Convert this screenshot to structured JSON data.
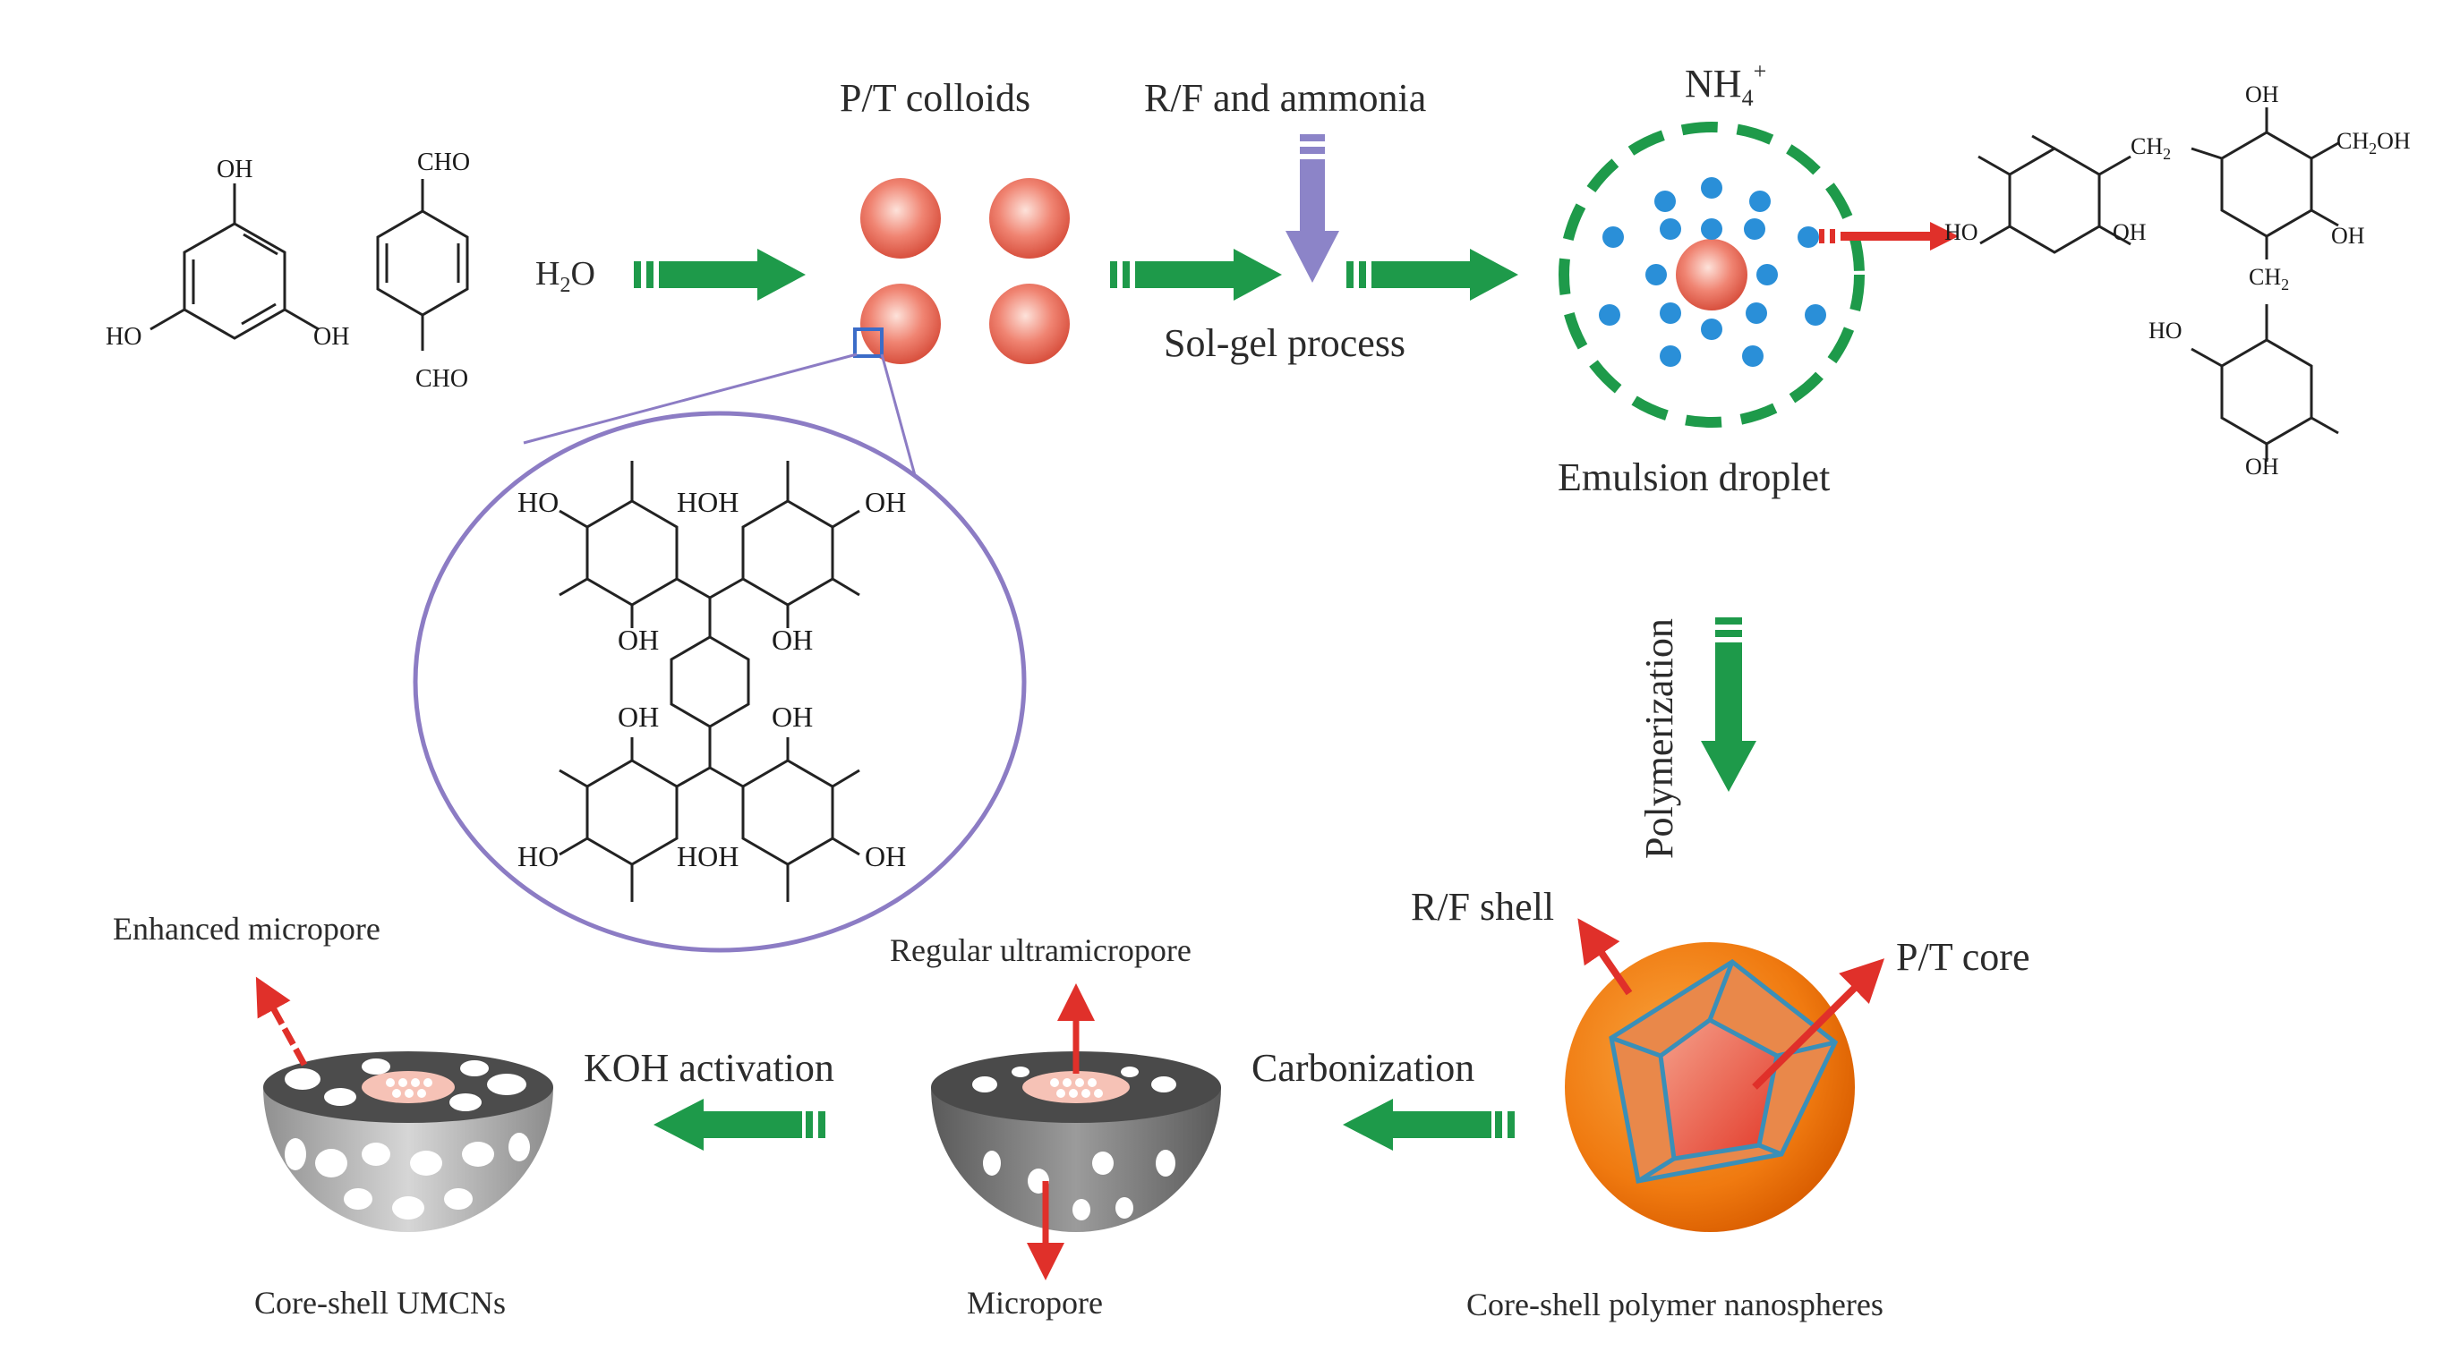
{
  "labels": {
    "pt_colloids": "P/T  colloids",
    "rf_ammonia": "R/F  and  ammonia",
    "nh4": "NH",
    "nh4_sub": "4",
    "nh4_sup": "+",
    "water": "H",
    "water_sub": "2",
    "water_o": "O",
    "sol_gel": "Sol-gel  process",
    "emulsion": "Emulsion  droplet",
    "polymerization": "Polymerization",
    "rf_shell": "R/F  shell",
    "pt_core": "P/T  core",
    "carbonization": "Carbonization",
    "koh": "KOH  activation",
    "regular_ultra": "Regular ultramicropore",
    "micropore": "Micropore",
    "enhanced": "Enhanced micropore",
    "core_shell_umcns": "Core-shell UMCNs",
    "core_shell_poly": "Core-shell polymer nanospheres"
  },
  "chem": {
    "oh": "OH",
    "ho": "HO",
    "hoh": "HOH",
    "cho": "CHO",
    "ch2": "CH",
    "ch2_sub": "2",
    "ch2oh": "CH",
    "ch2oh_tail": "OH"
  },
  "colors": {
    "green_arrow": "#1e9a4a",
    "purple_arrow": "#8c84c8",
    "red_arrow": "#e0302a",
    "sphere": "#f08070",
    "dots": "#2a8fd8",
    "shell_orange": "#f07a10",
    "circle_purple": "#8c7cc4"
  }
}
